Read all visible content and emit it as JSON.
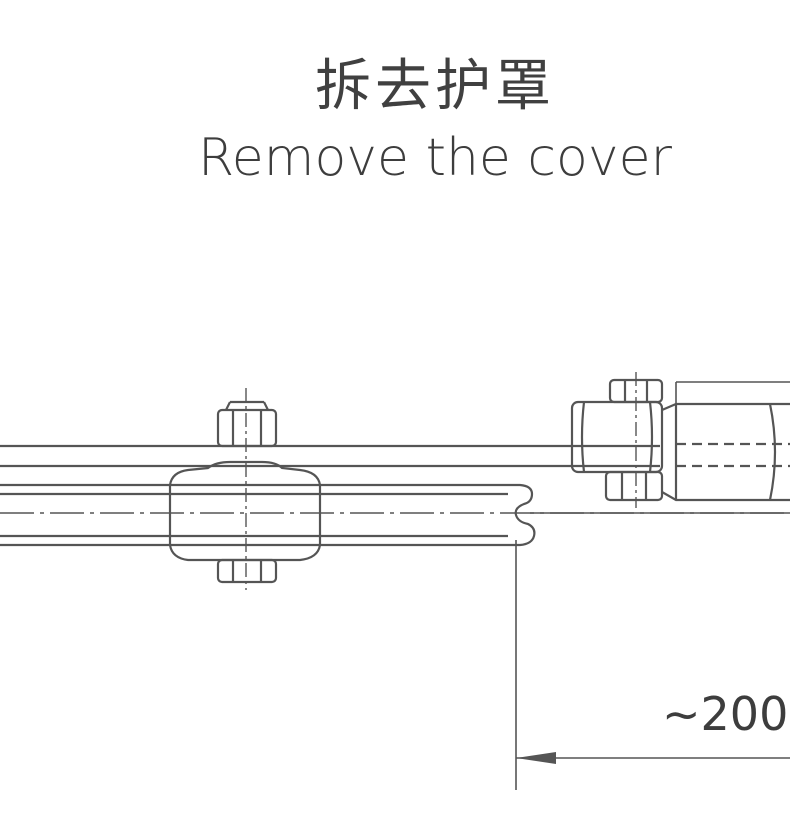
{
  "title": {
    "chinese": "拆去护罩",
    "english": "Remove the cover"
  },
  "dimension": {
    "label": "~200"
  },
  "colors": {
    "line": "#555555",
    "text": "#3d3d3d",
    "background": "#ffffff"
  }
}
